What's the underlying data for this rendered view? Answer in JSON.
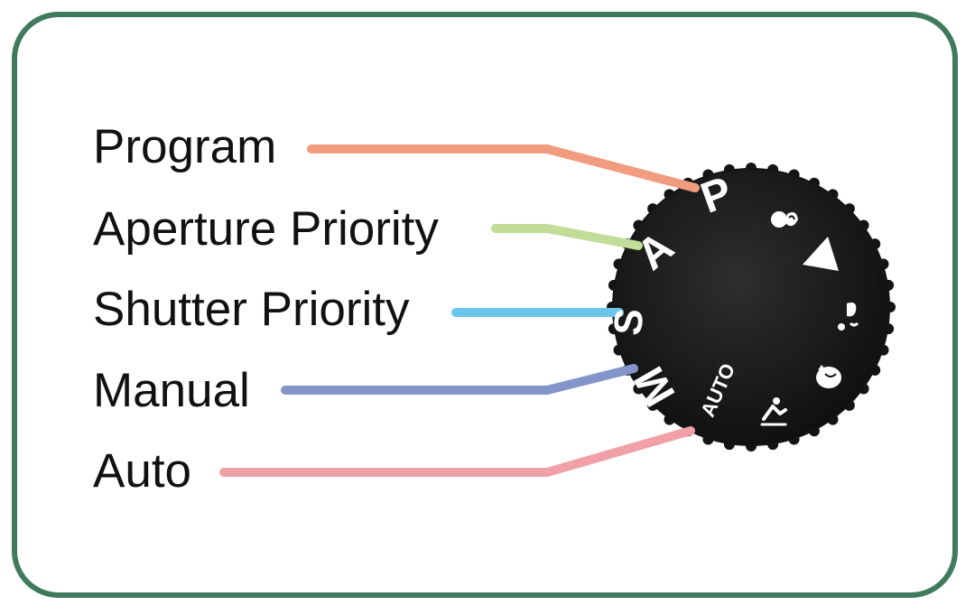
{
  "labels": [
    {
      "id": "program",
      "text": "Program",
      "color": "#f29c7f",
      "dial_letter": "P"
    },
    {
      "id": "aperture",
      "text": "Aperture Priority",
      "color": "#c1dd98",
      "dial_letter": "A"
    },
    {
      "id": "shutter",
      "text": "Shutter Priority",
      "color": "#6cc6ec",
      "dial_letter": "S"
    },
    {
      "id": "manual",
      "text": "Manual",
      "color": "#8496c9",
      "dial_letter": "M"
    },
    {
      "id": "auto",
      "text": "Auto",
      "color": "#f0a0a6",
      "dial_letter": "AUTO"
    }
  ],
  "dial": {
    "body_color": "#141414",
    "frame_color": "#3f7a5d",
    "scene_icons": [
      "portrait-flower-icon",
      "landscape-mountain-icon",
      "child-face-icon",
      "sleeping-pet-icon",
      "sports-activity-icon"
    ]
  }
}
